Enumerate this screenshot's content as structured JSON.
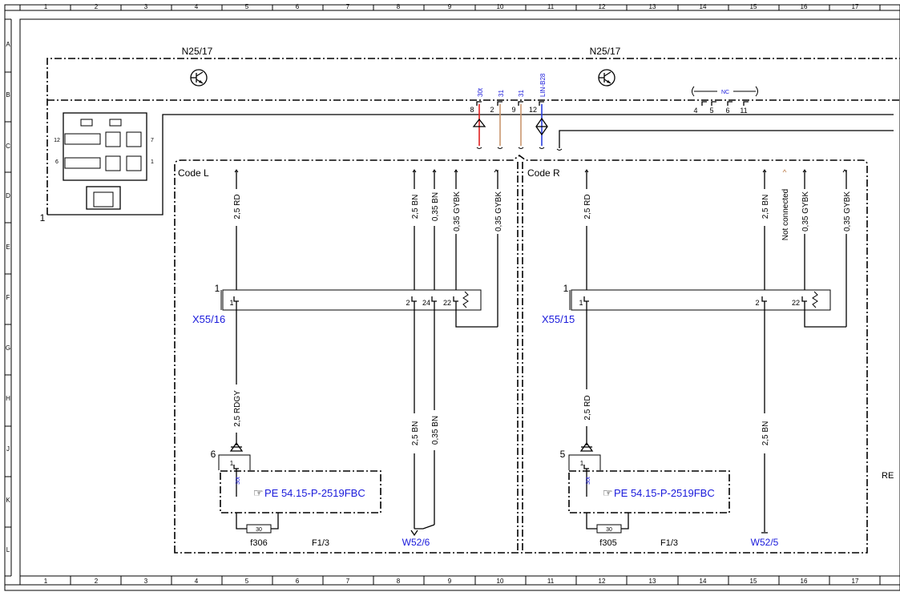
{
  "frame": {
    "columns": [
      "1",
      "2",
      "3",
      "4",
      "5",
      "6",
      "7",
      "8",
      "9",
      "10",
      "11",
      "12",
      "13",
      "14",
      "15",
      "16",
      "17"
    ],
    "rows": [
      "A",
      "B",
      "C",
      "D",
      "E",
      "F",
      "G",
      "H",
      "J",
      "K",
      "L"
    ]
  },
  "component": {
    "name_left": "N25/17",
    "name_right": "N25/17",
    "connector_ref": "1",
    "connector_pin_labels": [
      "12",
      "7",
      "6",
      "1"
    ]
  },
  "top_pins": [
    {
      "signal": "30t",
      "pin": "8",
      "color": "#e02020"
    },
    {
      "signal": "31",
      "pin": "2",
      "color": "#c9966e"
    },
    {
      "signal": "31",
      "pin": "9",
      "color": "#c9966e"
    },
    {
      "signal": "LIN-B28",
      "pin": "12",
      "color": "#2a3fe0"
    }
  ],
  "nc": {
    "label": "NC",
    "pins": [
      "4",
      "5",
      "6",
      "11"
    ]
  },
  "left": {
    "code": "Code L",
    "wire_top": [
      "2,5 RD",
      "2,5 BN",
      "0,35 BN",
      "0,35 GYBK",
      "0,35 GYBK"
    ],
    "connector": {
      "name": "X55/16",
      "ref": "1",
      "pins": [
        "1",
        "2",
        "24",
        "22"
      ]
    },
    "wire_bottom": [
      "2,5 RDGY",
      "2,5 BN",
      "0,35 BN"
    ],
    "fuse_block": {
      "ref": "6",
      "pin": "1",
      "signal": "30t",
      "pe_text": "PE 54.15-P-2519FBC",
      "fuse_value": "30",
      "fuse_name": "f306",
      "fuse_box": "F1/3"
    },
    "ground": "W52/6"
  },
  "right": {
    "code": "Code R",
    "wire_top": [
      "2,5 RD",
      "2,5 BN",
      "Not connected",
      "0,35 GYBK",
      "0,35 GYBK"
    ],
    "connector": {
      "name": "X55/15",
      "ref": "1",
      "pins": [
        "1",
        "2",
        "22"
      ]
    },
    "wire_bottom": [
      "2,5 RD",
      "2,5 BN"
    ],
    "fuse_block": {
      "ref": "5",
      "pin": "1",
      "signal": "30t",
      "pe_text": "PE 54.15-P-2519FBC",
      "fuse_value": "30",
      "fuse_name": "f305",
      "fuse_box": "F1/3"
    },
    "ground": "W52/5"
  },
  "edge_text": "RE"
}
